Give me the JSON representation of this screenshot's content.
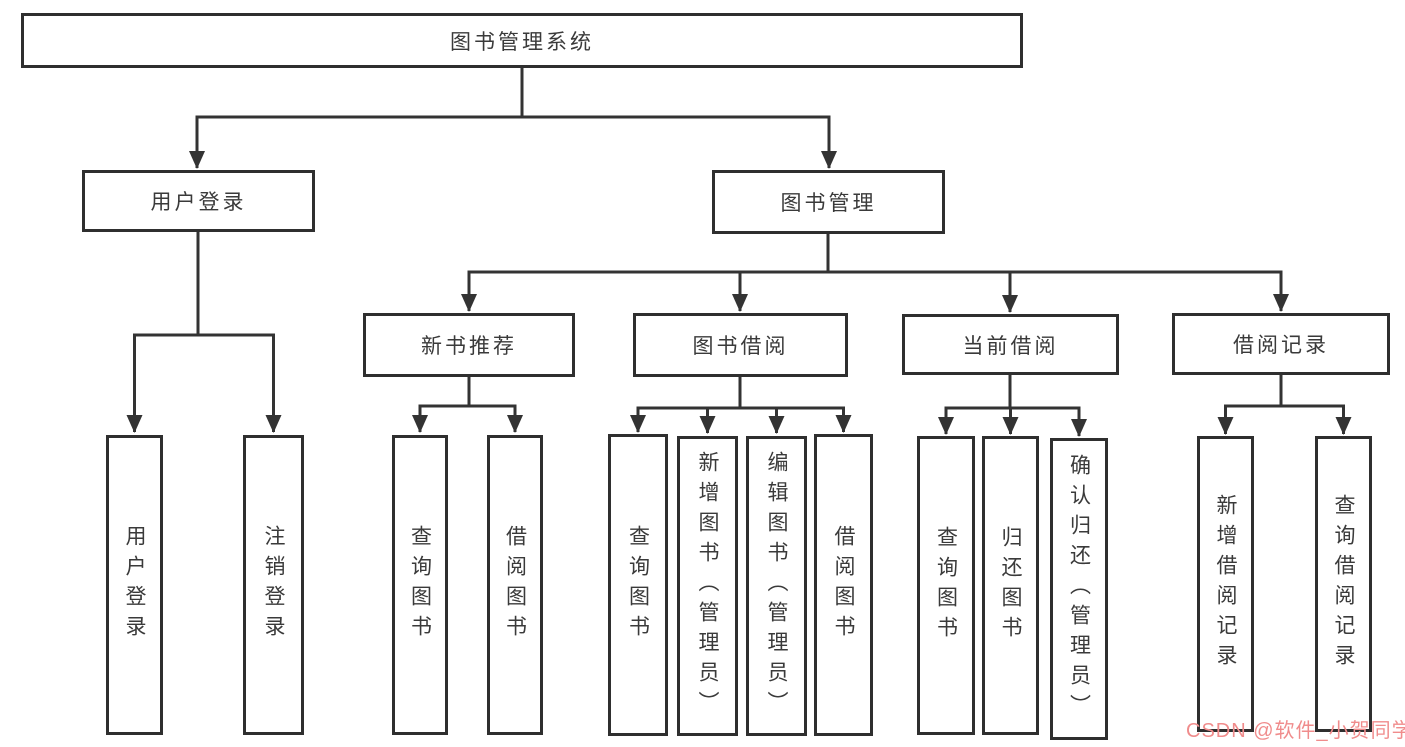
{
  "diagram": {
    "nodes": {
      "root": "图书管理系统",
      "user_login": "用户登录",
      "book_management": "图书管理",
      "new_book_recommend": "新书推荐",
      "book_borrow": "图书借阅",
      "current_borrow": "当前借阅",
      "borrow_records": "借阅记录"
    },
    "leaves": [
      "用户登录",
      "注销登录",
      "查询图书",
      "借阅图书",
      "查询图书",
      "新增图书（管理员）",
      "编辑图书（管理员）",
      "借阅图书",
      "查询图书",
      "归还图书",
      "确认归还（管理员）",
      "新增借阅记录",
      "查询借阅记录"
    ]
  },
  "watermark": {
    "text": "CSDN @软件_小贺同学",
    "color": "#f08c8c"
  },
  "colors": {
    "line": "#333333",
    "box_border": "#2f2f2f",
    "text": "#3a3a3a",
    "background": "#ffffff"
  }
}
